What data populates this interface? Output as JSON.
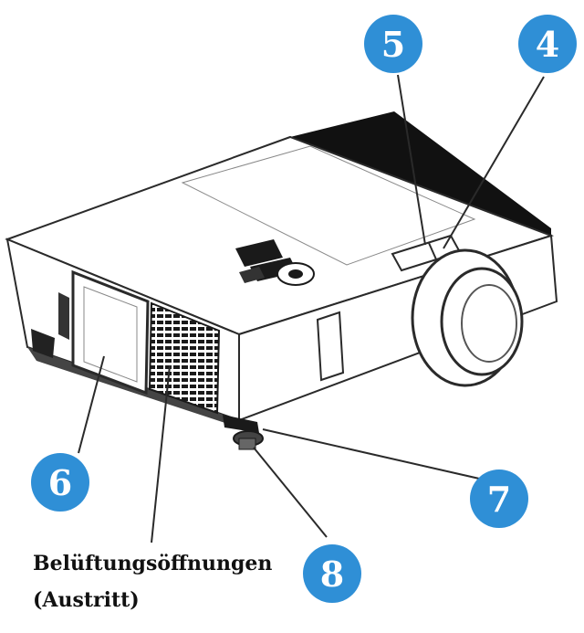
{
  "diagram": {
    "callouts": [
      {
        "id": "callout-4",
        "label": "4"
      },
      {
        "id": "callout-5",
        "label": "5"
      },
      {
        "id": "callout-6",
        "label": "6"
      },
      {
        "id": "callout-7",
        "label": "7"
      },
      {
        "id": "callout-8",
        "label": "8"
      }
    ],
    "caption_line1": "Belüftungsöffnungen",
    "caption_line2": "(Austritt)"
  },
  "colors": {
    "callout_fill": "#2f8fd6",
    "callout_text": "#ffffff",
    "line": "#2a2a2a",
    "body_top": "#ffffff",
    "body_dark_band": "#111111"
  }
}
